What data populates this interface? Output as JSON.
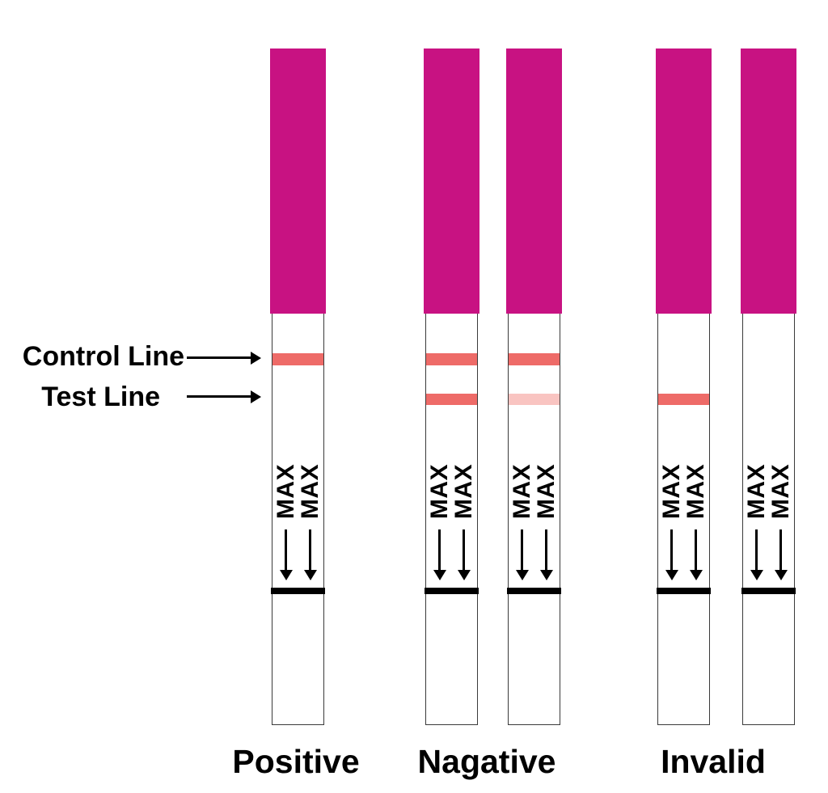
{
  "annotations": {
    "control_line_label": "Control Line",
    "test_line_label": "Test Line"
  },
  "strip": {
    "max_label": "MAX"
  },
  "results": [
    {
      "label": "Positive",
      "strips": [
        {
          "control_line": "strong",
          "test_line": "none"
        }
      ]
    },
    {
      "label": "Nagative",
      "strips": [
        {
          "control_line": "strong",
          "test_line": "strong"
        },
        {
          "control_line": "strong",
          "test_line": "faint"
        }
      ]
    },
    {
      "label": "Invalid",
      "strips": [
        {
          "control_line": "none",
          "test_line": "strong"
        },
        {
          "control_line": "none",
          "test_line": "none"
        }
      ]
    }
  ],
  "colors": {
    "strip_top": "#C81282",
    "line_strong": "#EE6B68",
    "line_faint": "#F9C4C1",
    "strip_border": "#3A3A3A",
    "ink": "#000000",
    "background": "#FFFFFF"
  }
}
